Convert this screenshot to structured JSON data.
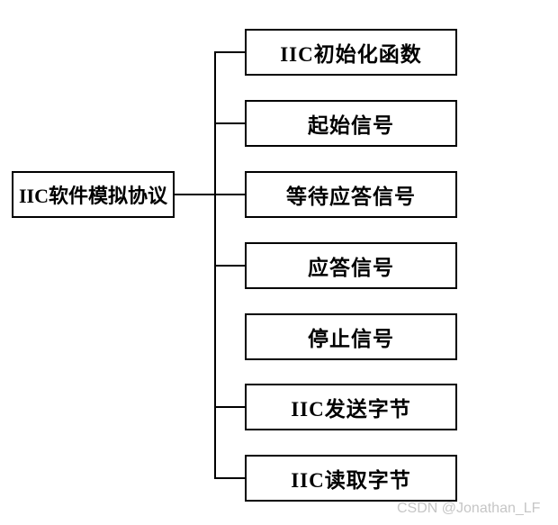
{
  "diagram": {
    "root": {
      "label": "IIC软件模拟协议"
    },
    "children": [
      {
        "label": "IIC初始化函数",
        "connected": true
      },
      {
        "label": "起始信号",
        "connected": true
      },
      {
        "label": "等待应答信号",
        "connected": true
      },
      {
        "label": "应答信号",
        "connected": true
      },
      {
        "label": "停止信号",
        "connected": false
      },
      {
        "label": "IIC发送字节",
        "connected": true
      },
      {
        "label": "IIC读取字节",
        "connected": true
      }
    ],
    "colors": {
      "line": "#000000",
      "box_border": "#000000",
      "box_background": "#ffffff",
      "text": "#000000",
      "watermark": "#c6c6c6"
    }
  },
  "watermark": {
    "text": "CSDN @Jonathan_LF"
  }
}
